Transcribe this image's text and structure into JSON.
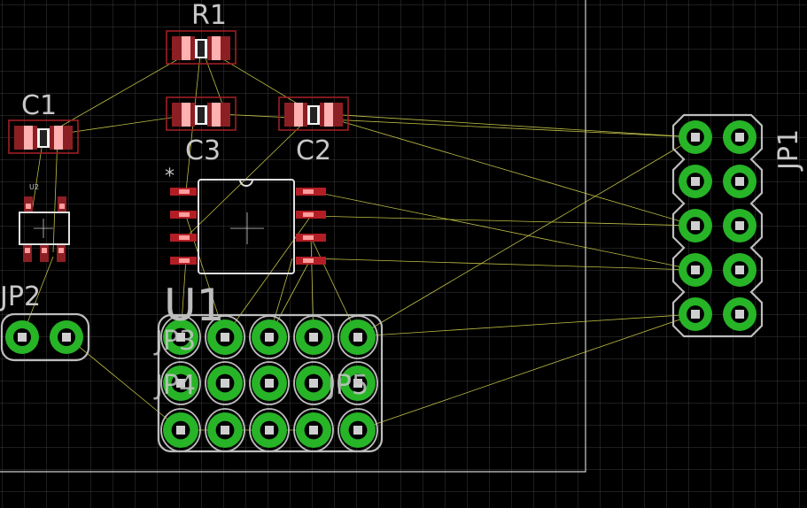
{
  "app": {
    "view": "board-layout"
  },
  "colors": {
    "background": "#000000",
    "grid": "#3a3a3a",
    "pad": "#27b427",
    "smd": "#8c1f23",
    "airwire": "#c9c94a",
    "silkscreen": "#bdbdbd"
  },
  "parts": {
    "R1": {
      "name": "R1"
    },
    "C1": {
      "name": "C1"
    },
    "C2": {
      "name": "C2"
    },
    "C3": {
      "name": "C3"
    },
    "U1": {
      "name": "U1",
      "marker": "*"
    },
    "U2": {
      "name": "U2"
    },
    "JP1": {
      "name": "JP1"
    },
    "JP2": {
      "name": "JP2"
    },
    "JP3": {
      "name": "JP3"
    },
    "JP4": {
      "name": "JP4"
    },
    "JP5": {
      "name": "JP5"
    }
  }
}
